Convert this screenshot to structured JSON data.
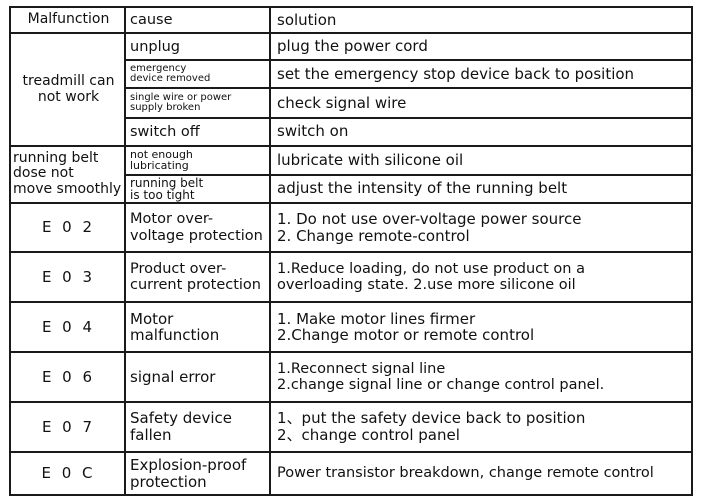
{
  "table": {
    "headers": {
      "malfunction": "Malfunction",
      "cause": "cause",
      "solution": "solution"
    },
    "group1": {
      "malfunction": "treadmill can\nnot work",
      "rows": [
        {
          "cause": "unplug",
          "solution": "plug the power cord"
        },
        {
          "cause": "emergency\ndevice removed",
          "solution": "set the emergency stop device back to position"
        },
        {
          "cause": "single wire or power\nsupply broken",
          "solution": "check signal wire"
        },
        {
          "cause": "switch off",
          "solution": "switch on"
        }
      ]
    },
    "group2": {
      "malfunction": "running belt\ndose not\nmove smoothly",
      "rows": [
        {
          "cause": "not enough\nlubricating",
          "solution": "lubricate with silicone oil"
        },
        {
          "cause": "running belt\nis too tight",
          "solution": "adjust the intensity of the running belt"
        }
      ]
    },
    "errors": [
      {
        "code": "E 0 2",
        "cause": "Motor over-\nvoltage protection",
        "solution": "1. Do not use over-voltage power source\n2. Change remote-control"
      },
      {
        "code": "E 0 3",
        "cause": "Product over-\ncurrent protection",
        "solution": "1.Reduce loading, do not use product on a\noverloading state.   2.use more silicone oil"
      },
      {
        "code": "E 0 4",
        "cause": "Motor\nmalfunction",
        "solution": "1. Make motor lines firmer\n2.Change motor or remote control"
      },
      {
        "code": "E 0 6",
        "cause": "signal error",
        "solution": "1.Reconnect signal line\n2.change signal line or change control panel."
      },
      {
        "code": "E 0 7",
        "cause": "Safety device\nfallen",
        "solution": "1、put the safety device back to position\n2、change control panel"
      },
      {
        "code": "E 0 C",
        "cause": "Explosion-proof\nprotection",
        "solution": "Power transistor breakdown, change remote control"
      }
    ]
  }
}
